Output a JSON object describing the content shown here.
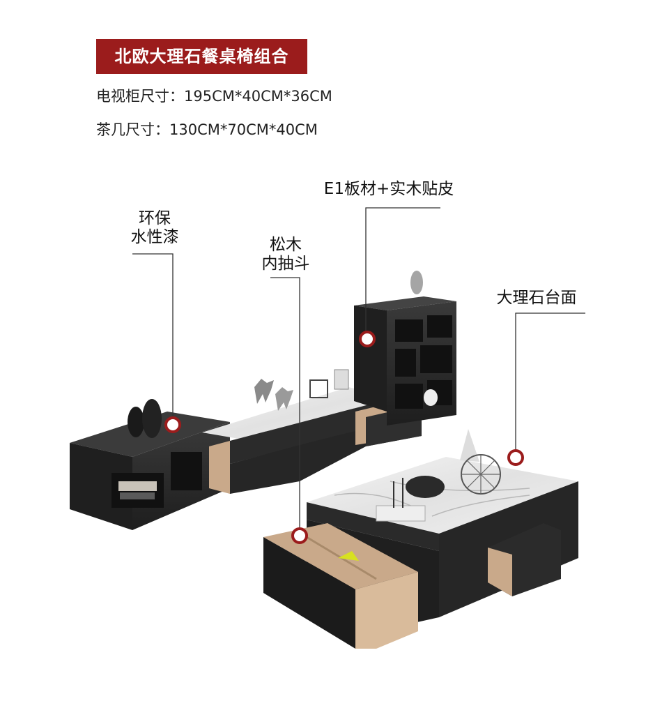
{
  "title": "北欧大理石餐桌椅组合",
  "specs": {
    "tv_cabinet": "电视柜尺寸：195CM*40CM*36CM",
    "coffee_table": "茶几尺寸：130CM*70CM*40CM"
  },
  "callouts": {
    "paint": [
      "环保",
      "水性漆"
    ],
    "drawer": [
      "松木",
      "内抽斗"
    ],
    "board": "E1板材+实木贴皮",
    "marble": "大理石台面"
  },
  "colors": {
    "badge": "#9b1c1c",
    "marker": "#9b1c1c",
    "furniture": "#2a2a2a",
    "wood": "#c9a98a"
  }
}
